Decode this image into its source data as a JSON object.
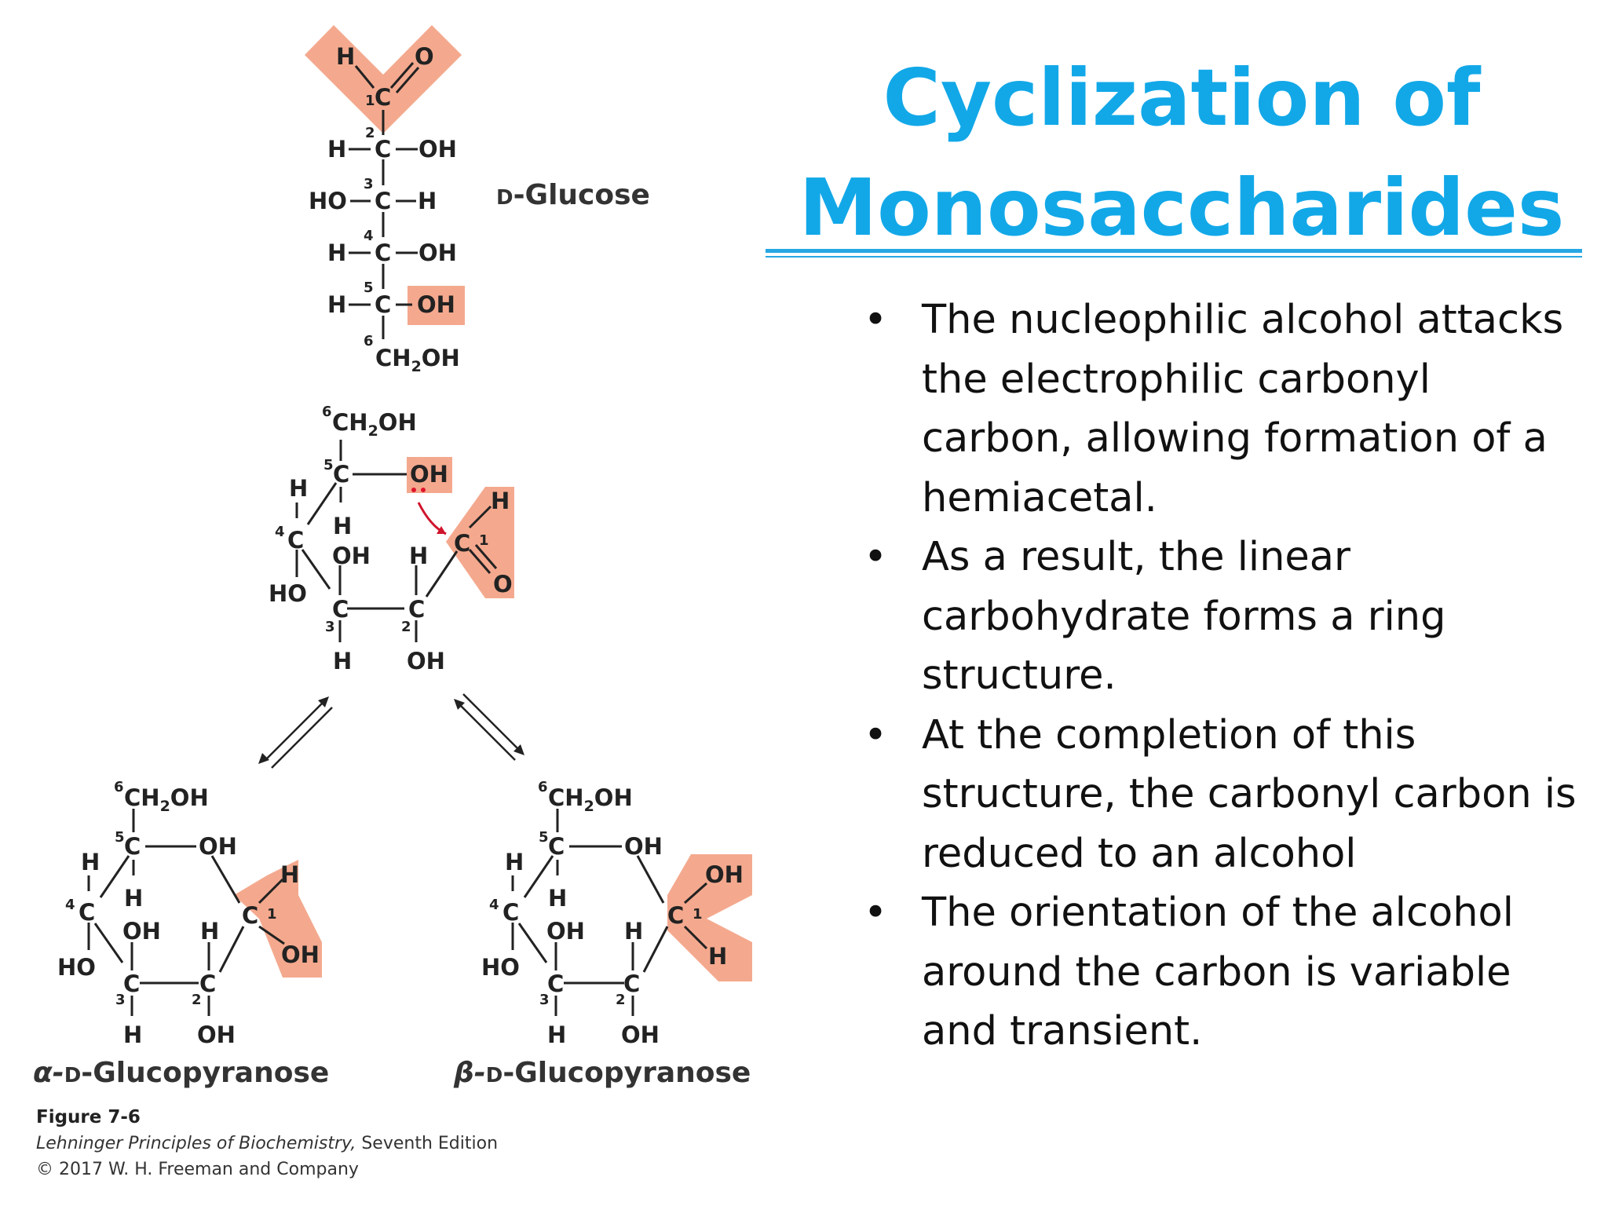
{
  "slide": {
    "title_line1": "Cyclization of",
    "title_line2": "Monosaccharides",
    "bullets": [
      "The nucleophilic alcohol attacks the electrophilic carbonyl carbon, allowing formation of a hemiacetal.",
      "As a result, the linear carbohydrate forms a ring structure.",
      "At the completion of this structure, the carbonyl carbon is reduced to an alcohol",
      "The orientation of the alcohol around the carbon is variable and transient."
    ],
    "bullet_symbol": "•",
    "accent_color": "#12a8e8",
    "highlight_color": "#f4a98e"
  },
  "figure": {
    "open_chain_label_prefix": "D",
    "open_chain_label": "-Glucose",
    "alpha_prefix": "α-",
    "alpha_d": "D",
    "alpha_name": "-Glucopyranose",
    "beta_prefix": "β-",
    "beta_d": "D",
    "beta_name": "-Glucopyranose",
    "caption_figure": "Figure 7-6",
    "caption_book": "Lehninger Principles of Biochemistry,",
    "caption_edition": " Seventh Edition",
    "caption_copyright": "© 2017 W. H. Freeman and Company",
    "atoms": {
      "H": "H",
      "O": "O",
      "C": "C",
      "OH": "OH",
      "HO": "HO",
      "CH2OH_a": "CH",
      "CH2OH_b": "2",
      "CH2OH_c": "OH",
      "n1": "1",
      "n2": "2",
      "n3": "3",
      "n4": "4",
      "n5": "5",
      "n6": "6"
    }
  }
}
